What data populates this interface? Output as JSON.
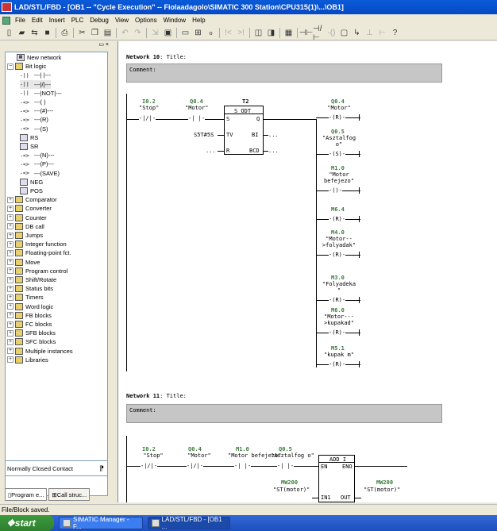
{
  "window": {
    "title": "LAD/STL/FBD  - [OB1 -- \"Cycle Execution\" -- Fiolaadagolo\\SIMATIC 300 Station\\CPU315(1)\\...\\OB1]"
  },
  "menu": [
    "File",
    "Edit",
    "Insert",
    "PLC",
    "Debug",
    "View",
    "Options",
    "Window",
    "Help"
  ],
  "toolbar": {
    "icons": [
      "new-icon",
      "open-icon",
      "online-icon",
      "save-icon",
      "print-icon",
      "cut-icon",
      "copy-icon",
      "paste-icon",
      "undo-icon",
      "redo-icon",
      "load-icon",
      "module-icon",
      "monitor-icon",
      "network-icon",
      "overview-icon",
      "comment-icon",
      "contact-no-icon",
      "contact-nc-icon",
      "coil-icon",
      "box-icon",
      "branch-open-icon",
      "branch-close-icon",
      "help-icon"
    ]
  },
  "tree": {
    "top_items": [
      {
        "label": "New network",
        "icon": "new-network-icon"
      },
      {
        "label": "Bit logic",
        "icon": "bit-logic-icon",
        "expanded": true
      }
    ],
    "bitlogic_children": [
      {
        "sym": "-||",
        "label": "---| |---"
      },
      {
        "sym": "-||",
        "label": "---|/|---",
        "selected": true
      },
      {
        "sym": "-||",
        "label": "---|NOT|---"
      },
      {
        "sym": "-<>",
        "label": "---( )"
      },
      {
        "sym": "-<>",
        "label": "---(#)---"
      },
      {
        "sym": "-<>",
        "label": "---(R)"
      },
      {
        "sym": "-<>",
        "label": "---(S)"
      },
      {
        "sym": "",
        "label": "RS"
      },
      {
        "sym": "",
        "label": "SR"
      },
      {
        "sym": "-<>",
        "label": "---(N)---"
      },
      {
        "sym": "-<>",
        "label": "---(P)---"
      },
      {
        "sym": "-<>",
        "label": "---(SAVE)"
      },
      {
        "sym": "",
        "label": "NEG"
      },
      {
        "sym": "",
        "label": "POS"
      }
    ],
    "folders": [
      "Comparator",
      "Converter",
      "Counter",
      "DB call",
      "Jumps",
      "Integer function",
      "Floating-point fct.",
      "Move",
      "Program control",
      "Shift/Rotate",
      "Status bits",
      "Timers",
      "Word logic",
      "FB blocks",
      "FC blocks",
      "SFB blocks",
      "SFC blocks",
      "Multiple instances",
      "Libraries"
    ]
  },
  "hint": "Normally Closed Contact",
  "tabs": [
    "Program e...",
    "Call struc..."
  ],
  "network10": {
    "header_num": "Network 10",
    "header_title": ": Title:",
    "comment": "Comment:",
    "c1_addr": "I0.2",
    "c1_sym": "\"Stop\"",
    "c2_addr": "Q0.4",
    "c2_sym": "\"Motor\"",
    "timer_addr": "T2",
    "timer_type": "S_ODT",
    "pin_s": "S",
    "pin_q": "Q",
    "pin_tv": "TV",
    "pin_bi": "BI",
    "pin_r": "R",
    "pin_bcd": "BCD",
    "tv_value": "S5T#5S",
    "dots": "...",
    "coils": [
      {
        "addr": "Q0.4",
        "lines": [
          "\"Motor\""
        ],
        "op": "R"
      },
      {
        "addr": "Q0.5",
        "lines": [
          "\"Asztalfog",
          "o\""
        ],
        "op": "S"
      },
      {
        "addr": "M1.0",
        "lines": [
          "\"Motor",
          "befejezo\""
        ],
        "op": ""
      },
      {
        "addr": "M6.4",
        "lines": [],
        "op": "R"
      },
      {
        "addr": "M4.0",
        "lines": [
          "\"Motor--",
          ">folyadak\""
        ],
        "op": "R"
      },
      {
        "addr": "M3.0",
        "lines": [
          "\"Folyadeka",
          "\""
        ],
        "op": "R"
      },
      {
        "addr": "M6.0",
        "lines": [
          "\"Motor---",
          ">kupakad\""
        ],
        "op": "R"
      },
      {
        "addr": "M5.1",
        "lines": [
          "\"kupak m\""
        ],
        "op": "R"
      }
    ]
  },
  "network11": {
    "header_num": "Network 11",
    "header_title": ": Title:",
    "comment": "Comment:",
    "contacts": [
      {
        "addr": "I0.2",
        "sym": "\"Stop\""
      },
      {
        "addr": "Q0.4",
        "sym": "\"Motor\""
      },
      {
        "addr": "M1.0",
        "sym": "\"Motor befejezo\""
      },
      {
        "addr": "Q0.5",
        "sym": "\"Asztalfog o\""
      }
    ],
    "box_title": "ADD_I",
    "en": "EN",
    "eno": "ENO",
    "in1": "IN1",
    "out": "OUT",
    "in1_addr": "MW200",
    "in1_sym": "\"ST(motor)\"",
    "out_addr": "MW200",
    "out_sym": "\"ST(motor)\""
  },
  "status": "File/Block saved.",
  "taskbar": {
    "start": "start",
    "tasks": [
      "SIMATIC Manager - F...",
      "LAD/STL/FBD - [OB1 ..."
    ]
  }
}
